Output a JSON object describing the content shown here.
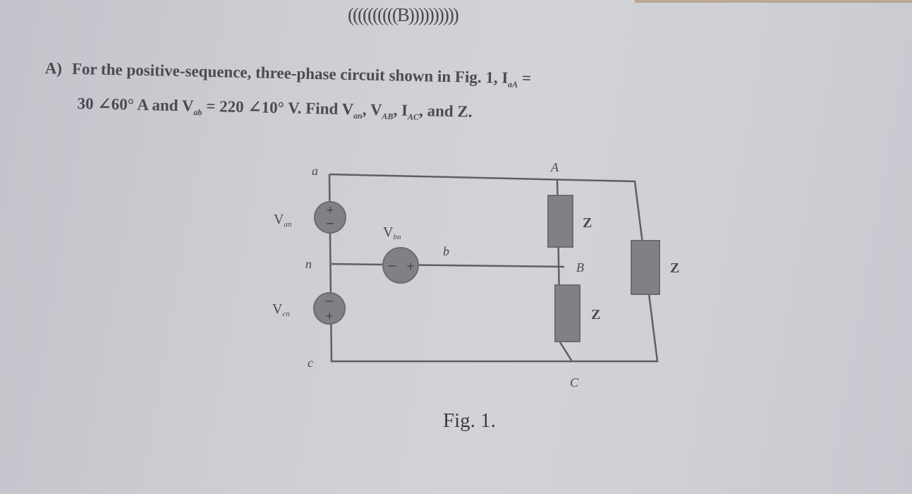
{
  "section": {
    "title": "((((((((((B))))))))))"
  },
  "question": {
    "label": "A)",
    "line1_text": "For the positive-sequence, three-phase circuit shown in Fig. 1, ",
    "line1_var": "I",
    "line1_var_sub": "aA",
    "line1_end": " =",
    "line2_part1": "30 ∠60° A and ",
    "line2_var": "V",
    "line2_var_sub": "ab",
    "line2_part2": " = 220 ∠10° V. Find ",
    "find_1": "V",
    "find_1_sub": "an",
    "find_2": "V",
    "find_2_sub": "AB",
    "find_3": "I",
    "find_3_sub": "AC",
    "find_tail": "and Z."
  },
  "figure": {
    "caption": "Fig. 1.",
    "nodes": {
      "a": "a",
      "n": "n",
      "c": "c",
      "b": "b",
      "A": "A",
      "B": "B",
      "C": "C"
    },
    "sources": [
      {
        "name": "V",
        "sub": "an",
        "polarity": "+ top / − bottom"
      },
      {
        "name": "V",
        "sub": "bn",
        "polarity": "− left / + right"
      },
      {
        "name": "V",
        "sub": "cn",
        "polarity": "− top / + bottom"
      }
    ],
    "impedances": [
      "Z",
      "Z",
      "Z"
    ],
    "colors": {
      "wire": "#5e5e64",
      "component_fill": "#808086",
      "component_stroke": "#6b6b71"
    }
  }
}
